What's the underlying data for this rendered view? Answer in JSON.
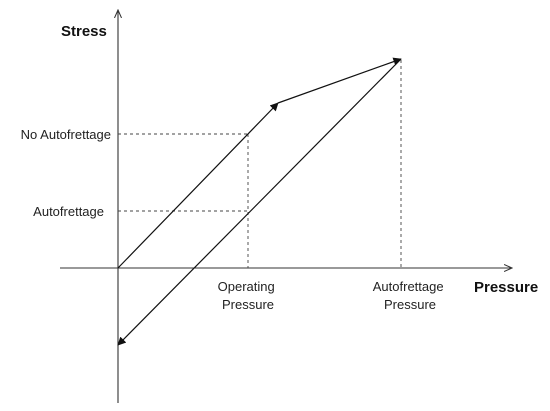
{
  "axes": {
    "y_title": "Stress",
    "x_title": "Pressure"
  },
  "stress_levels": {
    "no_autofrettage": "No Autofrettage",
    "autofrettage": "Autofrettage"
  },
  "pressure_levels": {
    "operating": [
      "Operating",
      "Pressure"
    ],
    "autofrettage": [
      "Autofrettage",
      "Pressure"
    ]
  }
}
